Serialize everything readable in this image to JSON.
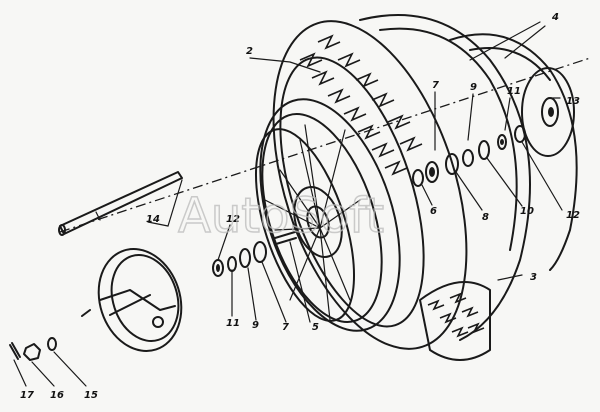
{
  "watermark": "AutoSoft",
  "callouts": [
    {
      "id": "c2",
      "text": "2"
    },
    {
      "id": "c4",
      "text": "4"
    },
    {
      "id": "c7a",
      "text": "7"
    },
    {
      "id": "c9a",
      "text": "9"
    },
    {
      "id": "c11a",
      "text": "11"
    },
    {
      "id": "c13",
      "text": "13"
    },
    {
      "id": "c6",
      "text": "6"
    },
    {
      "id": "c8",
      "text": "8"
    },
    {
      "id": "c10",
      "text": "10"
    },
    {
      "id": "c12a",
      "text": "12"
    },
    {
      "id": "c3",
      "text": "3"
    },
    {
      "id": "c14",
      "text": "14"
    },
    {
      "id": "c12b",
      "text": "12"
    },
    {
      "id": "c11b",
      "text": "11"
    },
    {
      "id": "c9b",
      "text": "9"
    },
    {
      "id": "c7b",
      "text": "7"
    },
    {
      "id": "c5",
      "text": "5"
    },
    {
      "id": "c17",
      "text": "17"
    },
    {
      "id": "c16",
      "text": "16"
    },
    {
      "id": "c15",
      "text": "15"
    }
  ]
}
